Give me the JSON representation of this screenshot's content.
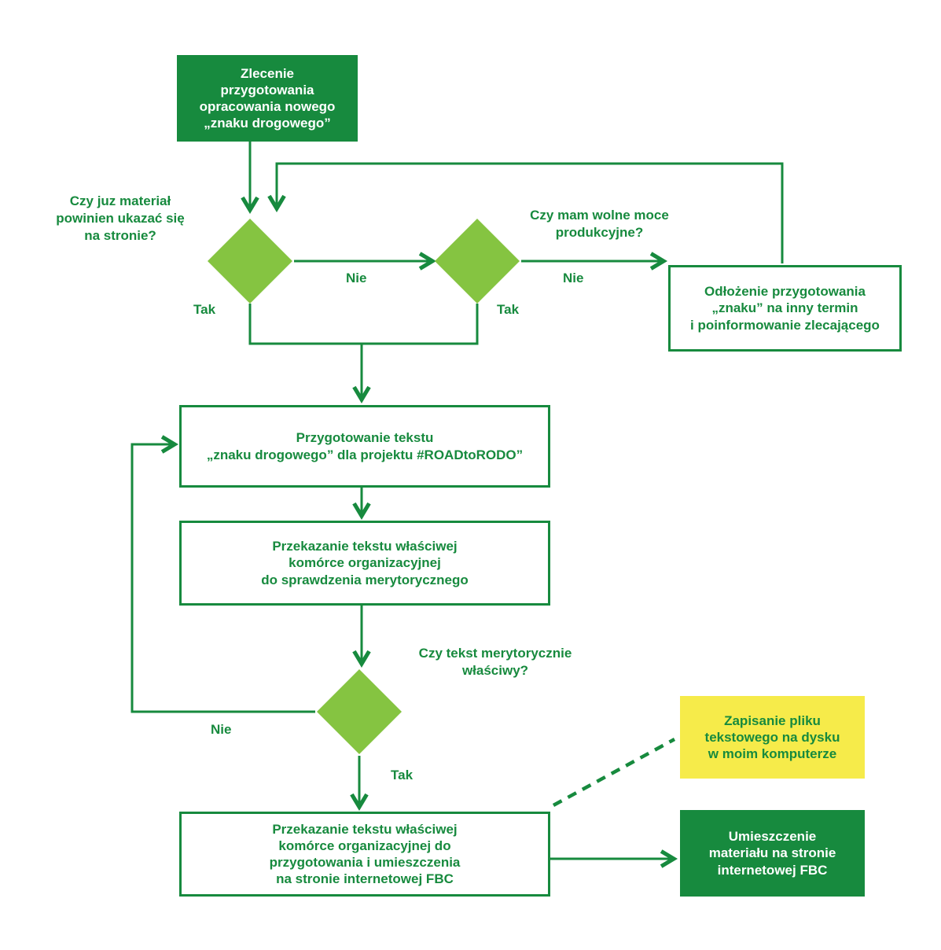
{
  "colors": {
    "dark_green": "#178a3e",
    "light_green": "#85c441",
    "yellow": "#f6eb4a",
    "background": "#ffffff"
  },
  "flowchart": {
    "start_label": "Zlecenie\nprzygotowania\nopracowania nowego\n„znaku drogowego”",
    "decisions": [
      {
        "question": "Czy juz materiał\npowinien ukazać się\nna stronie?",
        "yes": "Tak",
        "no": "Nie"
      },
      {
        "question": "Czy mam wolne moce\nprodukcyjne?",
        "yes": "Tak",
        "no": "Nie"
      },
      {
        "question": "Czy tekst merytorycznie\nwłaściwy?",
        "yes": "Tak",
        "no": "Nie"
      }
    ],
    "boxes": {
      "postpone": "Odłożenie przygotowania\n„znaku” na inny termin\ni poinformowanie zlecającego",
      "prepare_text": "Przygotowanie tekstu\n„znaku drogowego” dla projektu #ROADtoRODO”",
      "pass_for_review": "Przekazanie tekstu właściwej\nkomórce organizacyjnej\ndo sprawdzenia merytorycznego",
      "pass_for_publish": "Przekazanie tekstu właściwej\nkomórce organizacyjnej do\nprzygotowania i umieszczenia\nna stronie internetowej FBC",
      "save_file": "Zapisanie pliku\ntekstowego na dysku\nw moim komputerze",
      "publish": "Umieszczenie\nmateriału na stronie\ninternetowej FBC"
    }
  }
}
